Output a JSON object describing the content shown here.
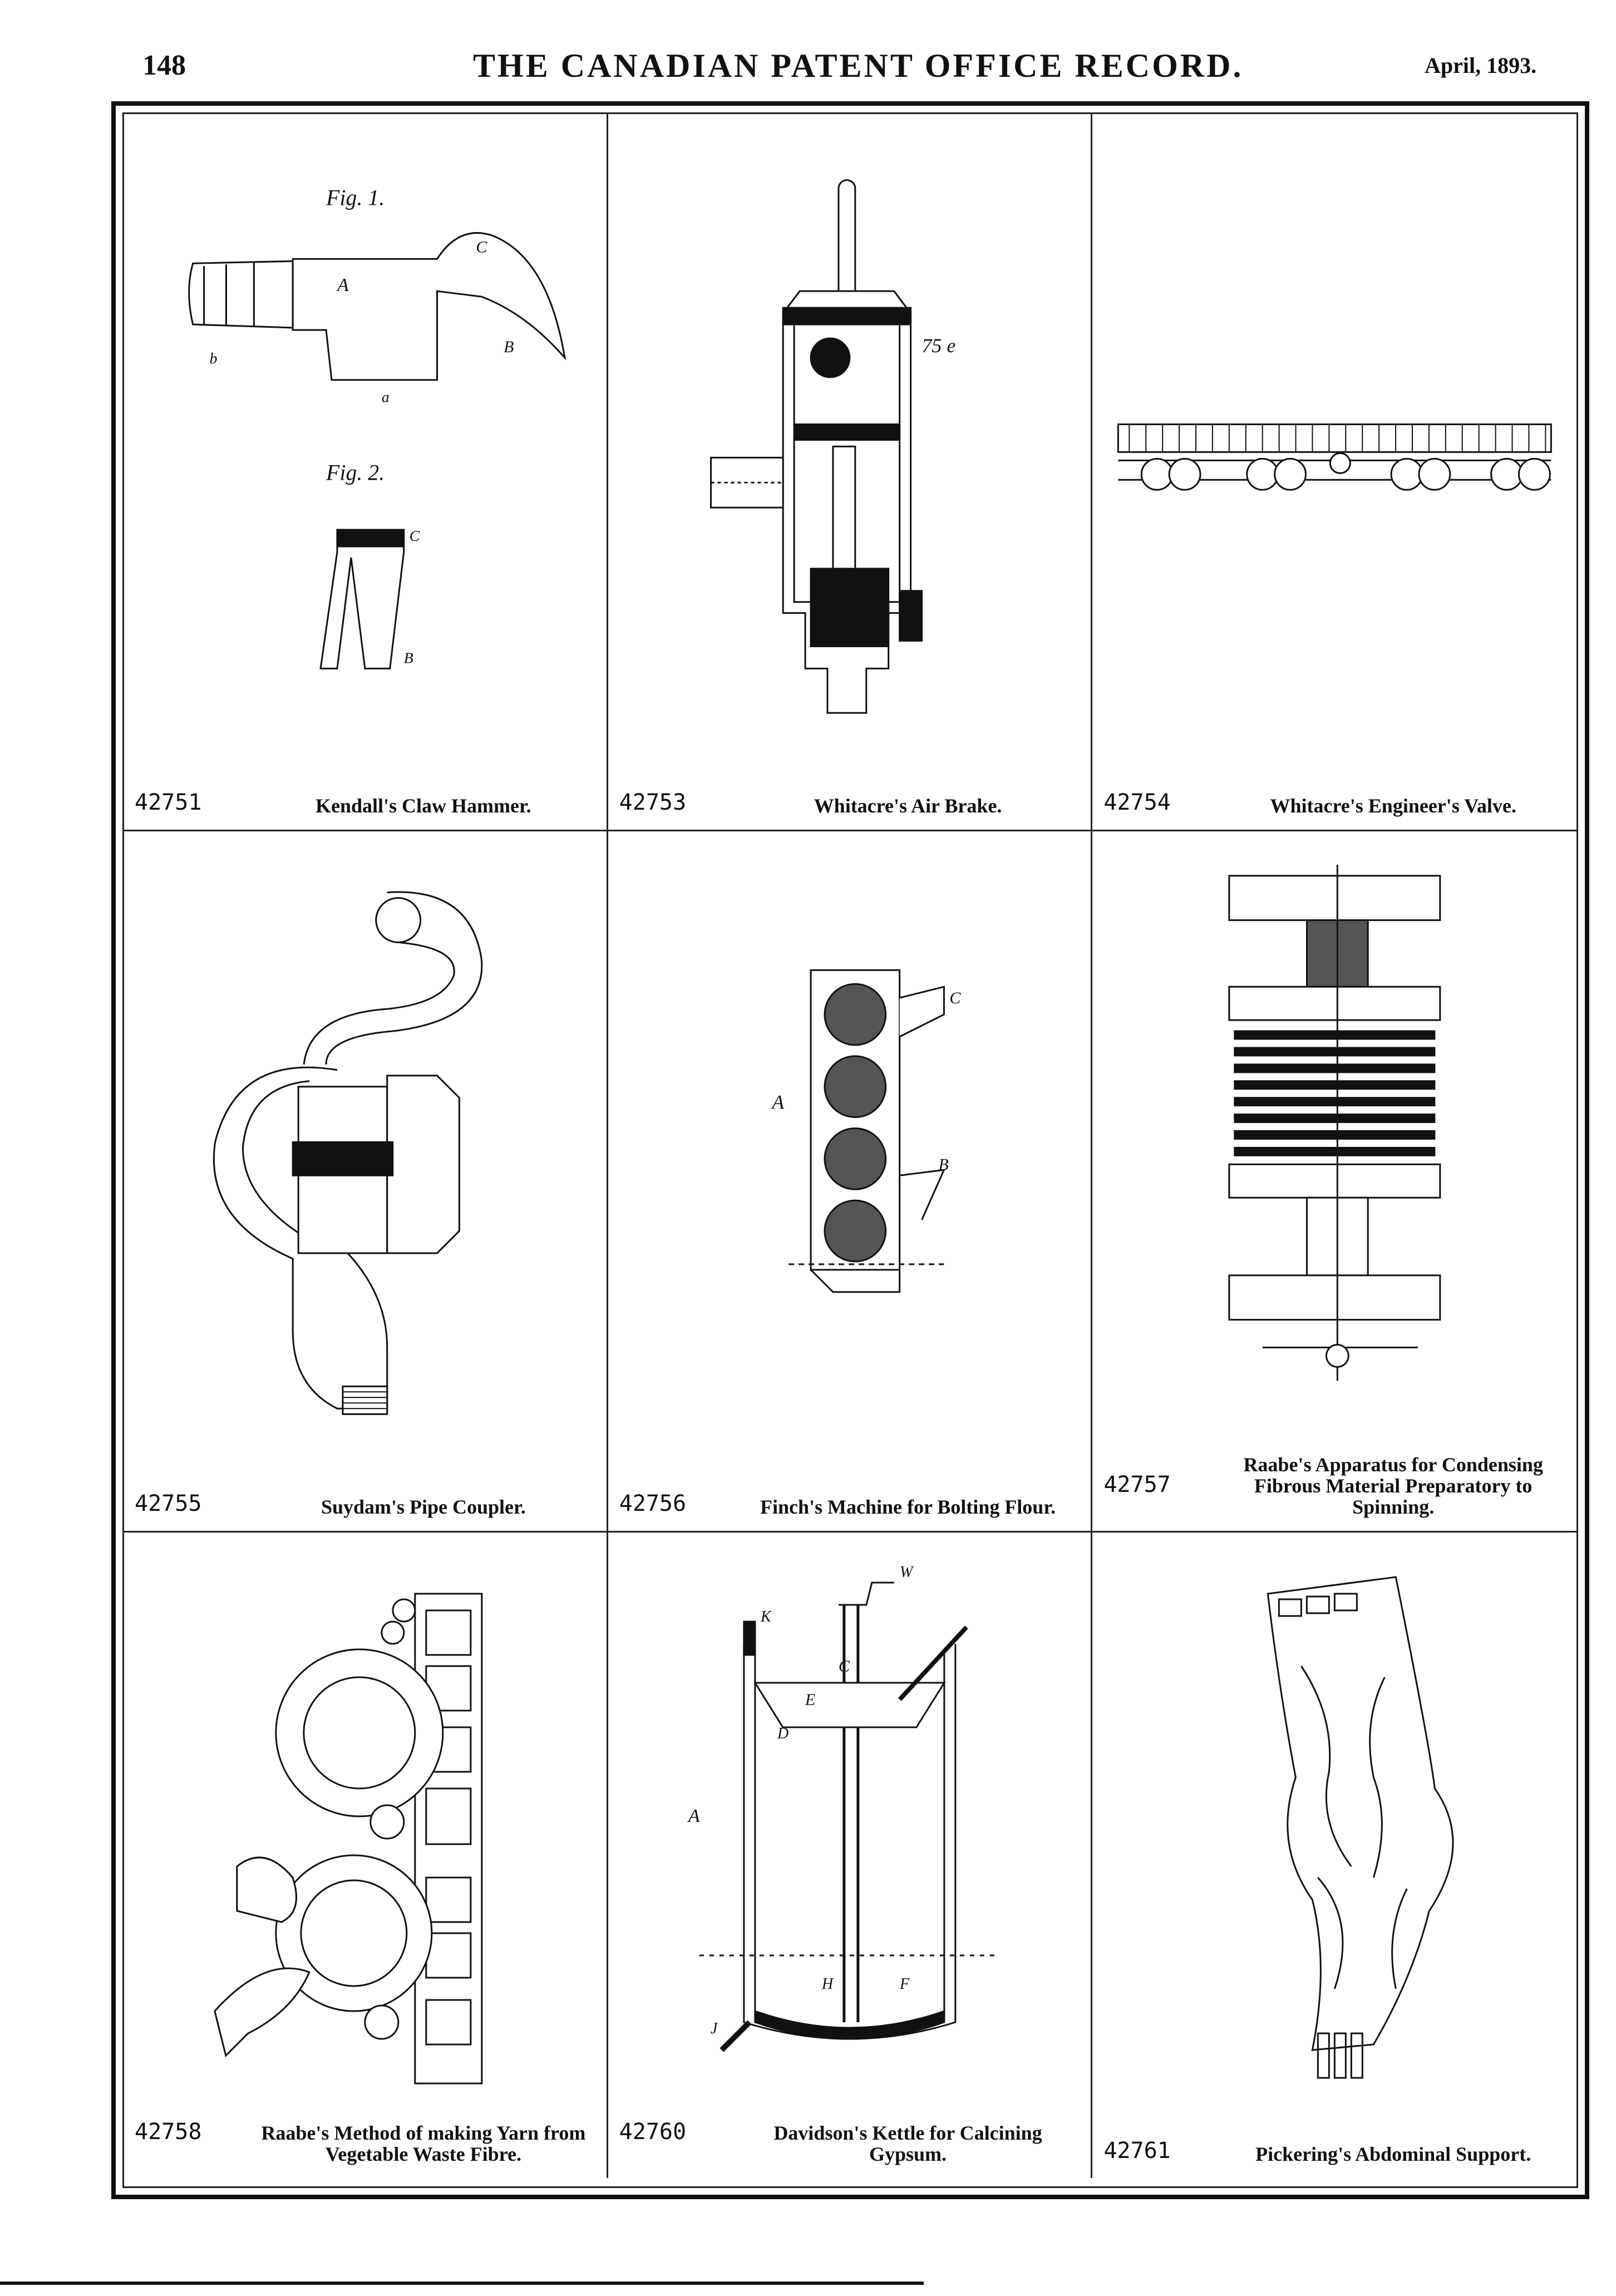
{
  "header": {
    "page_number": "148",
    "title": "THE CANADIAN PATENT OFFICE RECORD.",
    "date": "April, 1893."
  },
  "patents": [
    {
      "number": "42751",
      "title": "Kendall's Claw Hammer.",
      "labels": [
        "Fig. 1.",
        "Fig. 2.",
        "A",
        "B",
        "C",
        "a",
        "b"
      ]
    },
    {
      "number": "42753",
      "title": "Whitacre's Air Brake.",
      "labels": [
        "75 e"
      ]
    },
    {
      "number": "42754",
      "title": "Whitacre's Engineer's Valve."
    },
    {
      "number": "42755",
      "title": "Suydam's Pipe Coupler."
    },
    {
      "number": "42756",
      "title": "Finch's Machine for Bolting Flour.",
      "labels": [
        "A",
        "B",
        "C"
      ]
    },
    {
      "number": "42757",
      "title": "Raabe's Apparatus for Condensing Fibrous Material Preparatory to Spinning."
    },
    {
      "number": "42758",
      "title": "Raabe's Method of making Yarn from Vegetable Waste Fibre."
    },
    {
      "number": "42760",
      "title": "Davidson's Kettle for Calcining Gypsum.",
      "labels": [
        "A",
        "C",
        "D",
        "E",
        "F",
        "H",
        "J",
        "K",
        "W"
      ]
    },
    {
      "number": "42761",
      "title": "Pickering's Abdominal Support."
    }
  ]
}
